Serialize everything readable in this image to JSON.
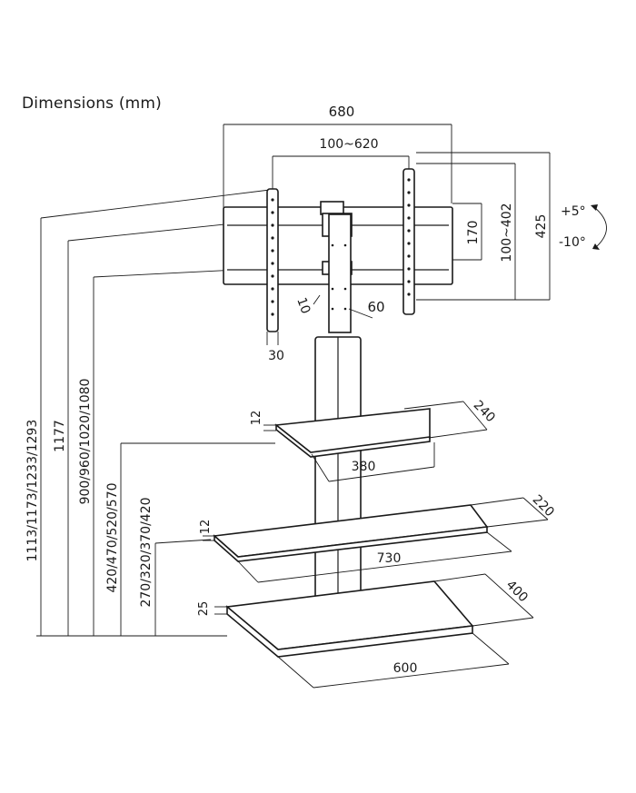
{
  "title": "Dimensions (mm)",
  "labels": {
    "vesa_width_outer": "680",
    "vesa_hole_range": "100~620",
    "bracket_height": "170",
    "vesa_vertical_range": "100~402",
    "arm_height": "425",
    "tilt_up": "+5°",
    "tilt_down": "-10°",
    "hole_diameter": "10",
    "column_offset": "60",
    "upright_width": "30",
    "total_height": "1113/1173/1233/1293",
    "column_height": "1177",
    "mount_height": "900/960/1020/1080",
    "shelf1_thickness": "12",
    "shelf1_depth": "240",
    "shelf1_width": "380",
    "shelf1_height": "420/470/520/570",
    "shelf2_thickness": "12",
    "shelf2_depth": "220",
    "shelf2_width": "730",
    "shelf2_height": "270/320/370/420",
    "base_thickness": "25",
    "base_depth": "400",
    "base_width": "600"
  }
}
